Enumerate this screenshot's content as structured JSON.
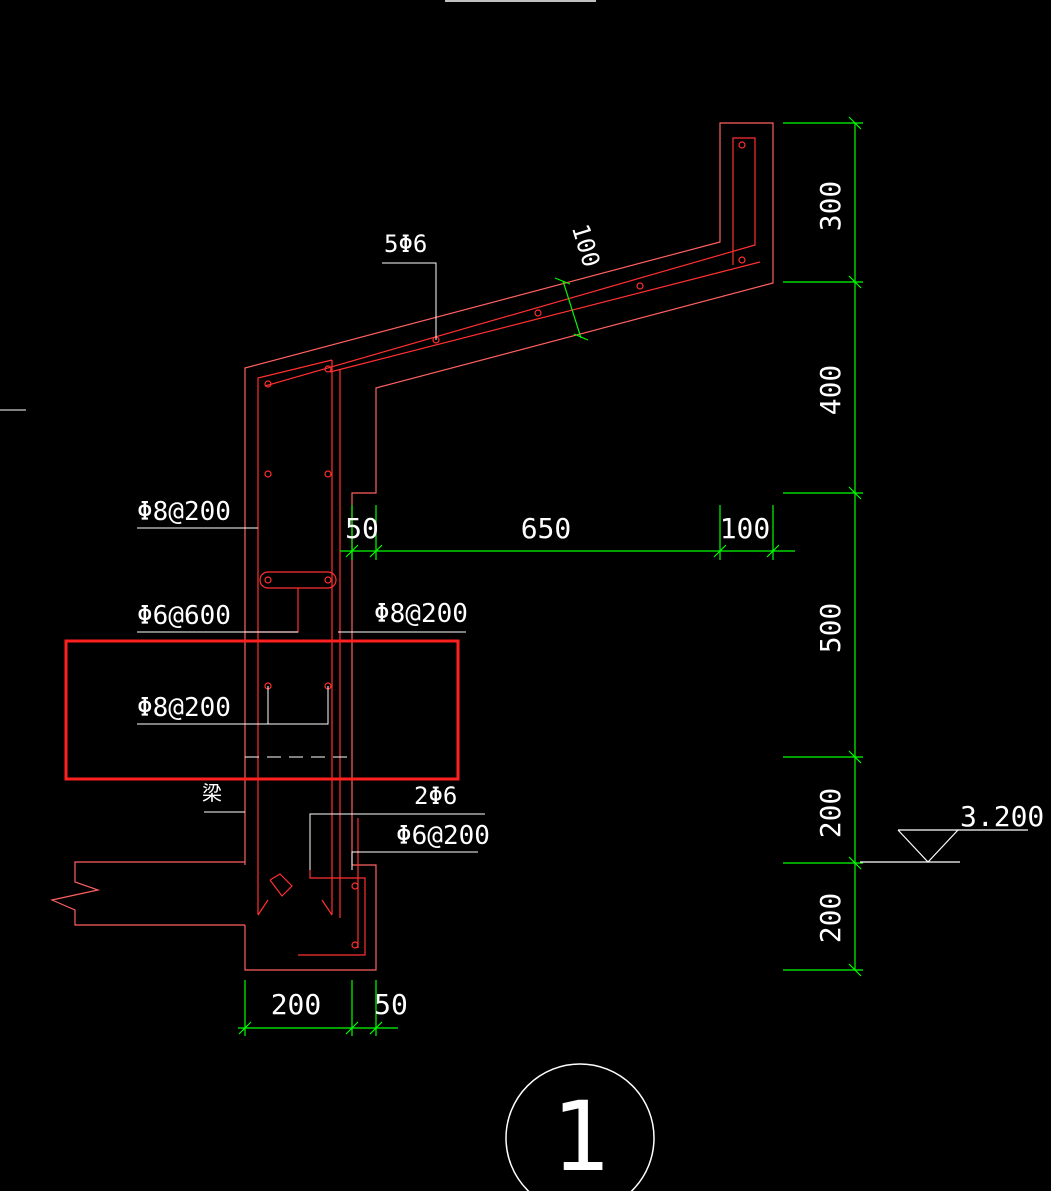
{
  "colors": {
    "background": "#000000",
    "concrete_outline": "#ff6060",
    "rebar": "#ff3030",
    "dimension": "#00ff00",
    "annotation": "#ffffff",
    "highlight_box": "#ff2020"
  },
  "dimensions": {
    "right_300": "300",
    "right_400": "400",
    "right_500": "500",
    "right_200_upper": "200",
    "right_200_lower": "200",
    "horiz_50": "50",
    "horiz_650": "650",
    "horiz_100": "100",
    "bottom_200": "200",
    "bottom_50": "50",
    "slab_100": "100"
  },
  "labels": {
    "top_bars": "5Φ6",
    "phi8_200_left_upper": "Φ8@200",
    "phi6_600": "Φ6@600",
    "phi8_200_right": "Φ8@200",
    "phi8_200_left_lower": "Φ8@200",
    "beam": "梁",
    "two_phi6": "2Φ6",
    "phi6_200": "Φ6@200",
    "elevation": "3.200",
    "detail_number": "1"
  }
}
